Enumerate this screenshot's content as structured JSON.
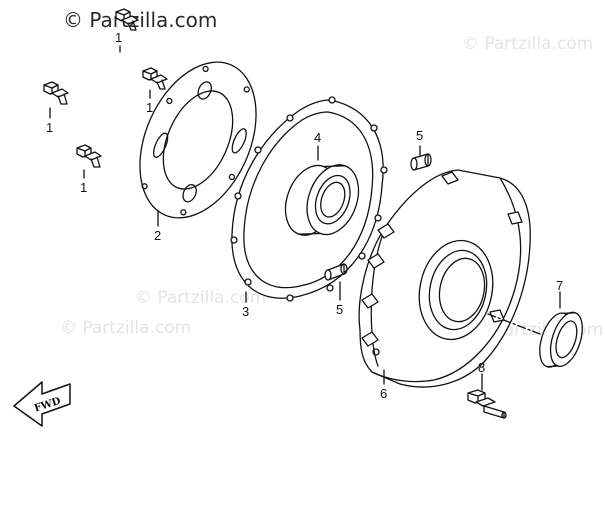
{
  "watermarks": {
    "main": "© Partzilla.com",
    "faint": [
      "© Partzilla.com",
      "© Partzilla.com",
      "© Partzilla.com",
      "© Partzilla.com"
    ]
  },
  "callouts": {
    "c1a": "1",
    "c1b": "1",
    "c1c": "1",
    "c1d": "1",
    "c2": "2",
    "c3": "3",
    "c4": "4",
    "c5a": "5",
    "c5b": "5",
    "c6": "6",
    "c7": "7",
    "c8": "8"
  },
  "fwd_label": "FWD",
  "colors": {
    "line": "#111111",
    "watermark": "#2a2a2a",
    "watermark_faint": "#e4e4e4"
  }
}
